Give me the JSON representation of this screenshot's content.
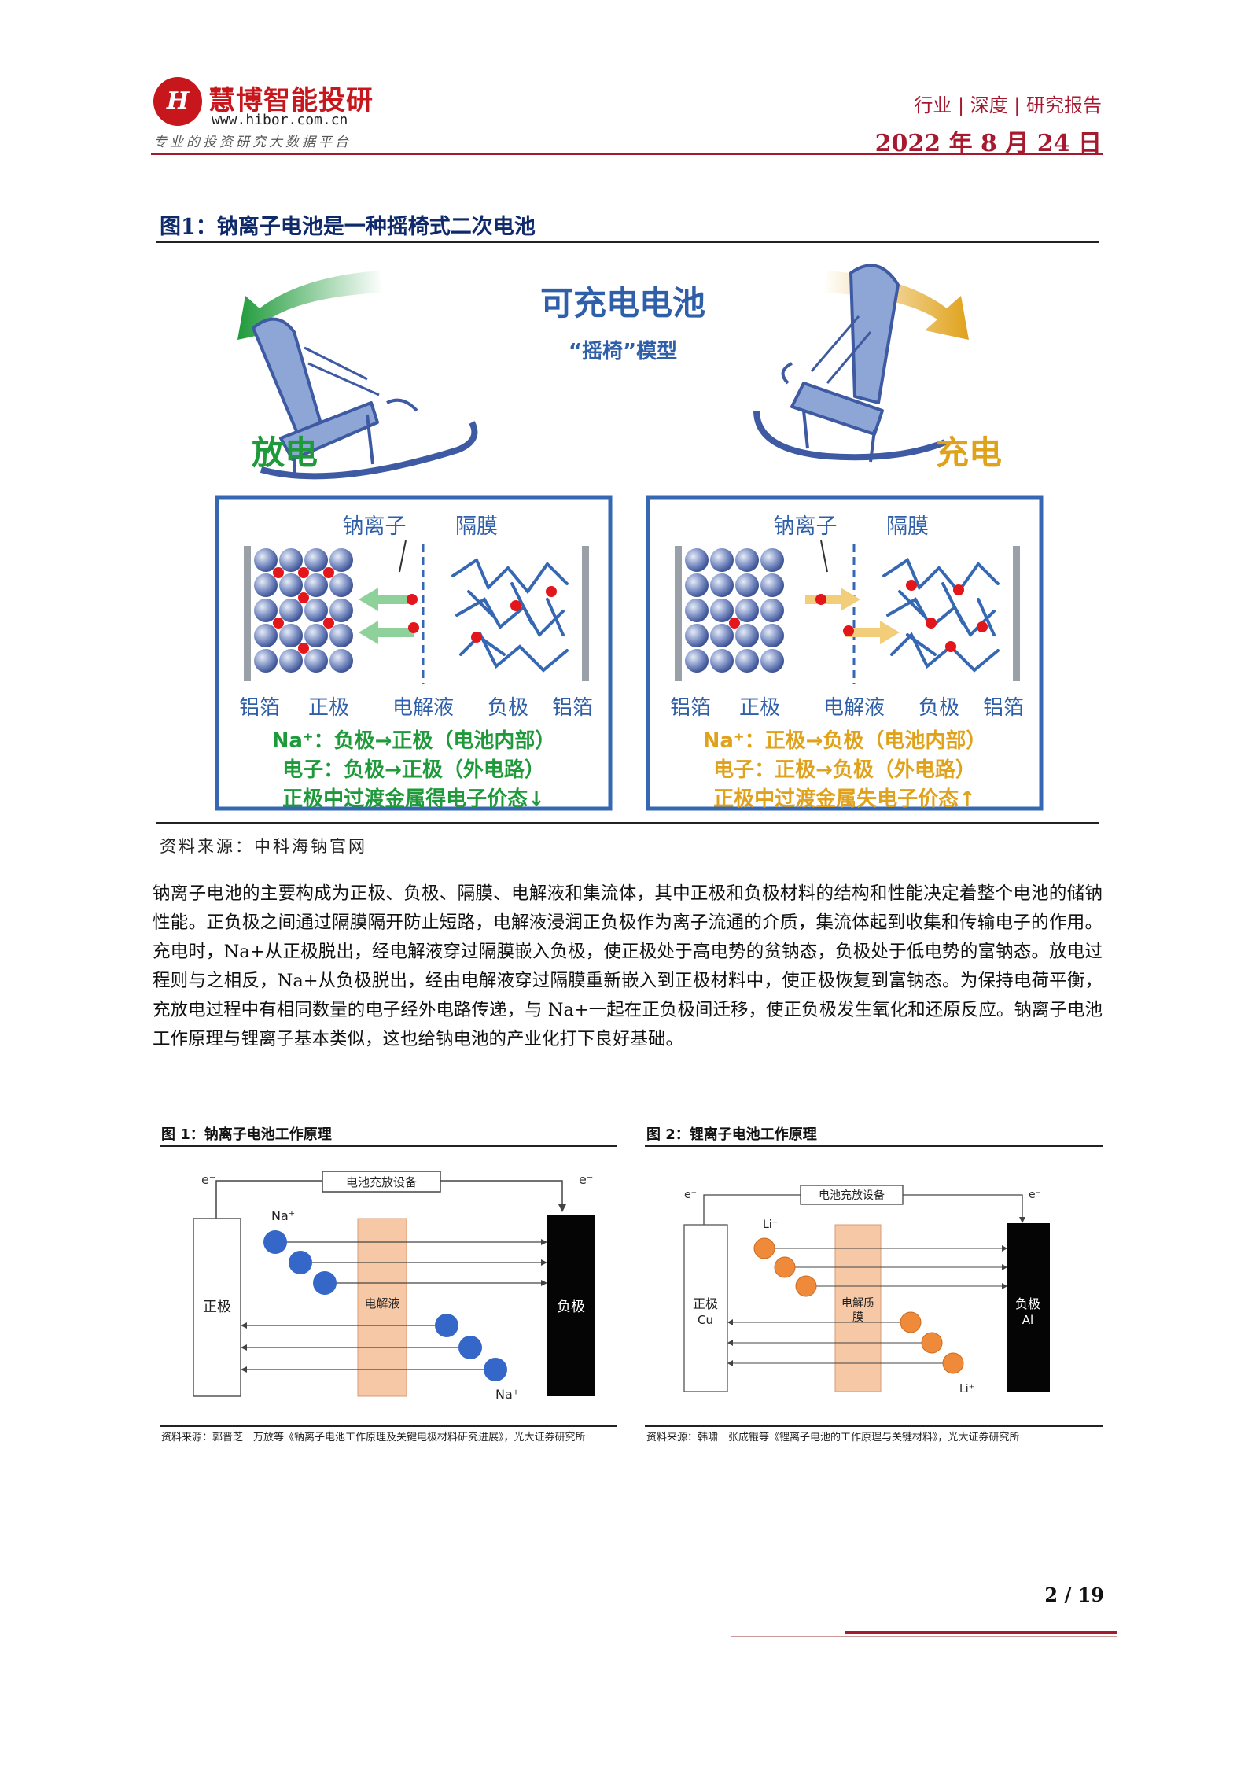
{
  "header": {
    "logo_mark": "H",
    "logo_name": "慧博智能投研",
    "logo_url": "www.hibor.com.cn",
    "logo_slogan": "专业的投资研究大数据平台",
    "report_type": "行业 | 深度 | 研究报告",
    "report_date": "2022 年 8 月 24 日"
  },
  "figure1": {
    "title": "图1：钠离子电池是一种摇椅式二次电池",
    "heading": "可充电电池",
    "subheading": "“摇椅”模型",
    "discharge_label": "放电",
    "charge_label": "充电",
    "ion_label": "钠离子",
    "separator_label": "隔膜",
    "bottom_labels": [
      "铝箔",
      "正极",
      "电解液",
      "负极",
      "铝箔"
    ],
    "discharge_lines": [
      "Na⁺：负极→正极（电池内部）",
      "电子：负极→正极（外电路）",
      "正极中过渡金属得电子价态↓"
    ],
    "charge_lines": [
      "Na⁺：正极→负极（电池内部）",
      "电子：正极→负极（外电路）",
      "正极中过渡金属失电子价态↑"
    ],
    "source": "资料来源：中科海钠官网",
    "colors": {
      "discharge": "#1f9a3a",
      "charge": "#e0a21b",
      "frame": "#3567b3",
      "text_blue": "#2f5fa8"
    }
  },
  "paragraph": "钠离子电池的主要构成为正极、负极、隔膜、电解液和集流体，其中正极和负极材料的结构和性能决定着整个电池的储钠性能。正负极之间通过隔膜隔开防止短路，电解液浸润正负极作为离子流通的介质，集流体起到收集和传输电子的作用。充电时，Na+从正极脱出，经电解液穿过隔膜嵌入负极，使正极处于高电势的贫钠态，负极处于低电势的富钠态。放电过程则与之相反，Na+从负极脱出，经由电解液穿过隔膜重新嵌入到正极材料中，使正极恢复到富钠态。为保持电荷平衡，充放电过程中有相同数量的电子经外电路传递，与 Na+一起在正负极间迁移，使正负极发生氧化和还原反应。钠离子电池工作原理与锂离子基本类似，这也给钠电池的产业化打下良好基础。",
  "figure_na": {
    "title": "图 1：钠离子电池工作原理",
    "device": "电池充放设备",
    "electron_left": "e⁻",
    "electron_right": "e⁻",
    "cathode": "正极",
    "electrolyte": "电解液",
    "anode": "负极",
    "ion_top": "Na⁺",
    "ion_bottom": "Na⁺",
    "source": "资料来源：郭晋芝　万放等《钠离子电池工作原理及关键电极材料研究进展》，光大证券研究所",
    "ion_color": "#3567c8"
  },
  "figure_li": {
    "title": "图 2：锂离子电池工作原理",
    "device": "电池充放设备",
    "electron_left": "e⁻",
    "electron_right": "e⁻",
    "cathode": "正极",
    "cathode_sub": "Cu",
    "electrolyte_1": "电解质",
    "electrolyte_2": "膜",
    "anode": "负极",
    "anode_sub": "Al",
    "ion_top": "Li⁺",
    "ion_bottom": "Li⁺",
    "source": "资料来源：韩啸　张成锟等《锂离子电池的工作原理与关键材料》，光大证券研究所",
    "ion_color": "#ee8a3a"
  },
  "footer": {
    "page": "2 / 19"
  }
}
